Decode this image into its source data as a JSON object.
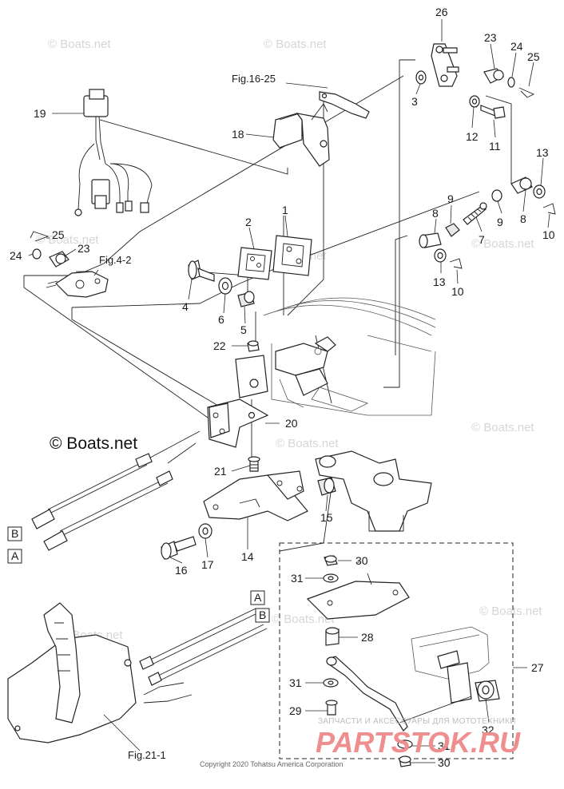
{
  "watermarks": [
    "© Boats.net",
    "© Boats.net",
    "© Boats.net",
    "© Boats.net",
    "© Boats.net",
    "© Boats.net",
    "© Boats.net",
    "© Boats.net",
    "© Boats.net",
    "© Boats.net"
  ],
  "main_watermark": "© Boats.net",
  "copyright": "Copyright 2020 Tohatsu America Corporation",
  "brand": {
    "name": "PARTSTOK.RU",
    "subtitle": "ЗАПЧАСТИ И АКСЕССУАРЫ ДЛЯ МОТОТЕХНИКИ"
  },
  "references": {
    "fig_16_25": "Fig.16-25",
    "fig_4_2": "Fig.4-2",
    "fig_21_1": "Fig.21-1"
  },
  "box_labels": {
    "a_left": "A",
    "b_left": "B",
    "a_right": "A",
    "b_right": "B"
  },
  "parts": {
    "p26": "26",
    "p23a": "23",
    "p24a": "24",
    "p25a": "25",
    "p3": "3",
    "p12": "12",
    "p11": "11",
    "p19": "19",
    "p18": "18",
    "p13a": "13",
    "p9a": "9",
    "p9b": "9",
    "p8a": "8",
    "p8b": "8",
    "p7": "7",
    "p10a": "10",
    "p13b": "13",
    "p10b": "10",
    "p1": "1",
    "p2": "2",
    "p25b": "25",
    "p24b": "24",
    "p23b": "23",
    "p4": "4",
    "p6": "6",
    "p5": "5",
    "p22": "22",
    "p20": "20",
    "p21": "21",
    "p15": "15",
    "p14": "14",
    "p16": "16",
    "p17": "17",
    "p30a": "30",
    "p31a": "31",
    "p28": "28",
    "p27": "27",
    "p31b": "31",
    "p29": "29",
    "p32": "32",
    "p31c": "31",
    "p30b": "30"
  }
}
